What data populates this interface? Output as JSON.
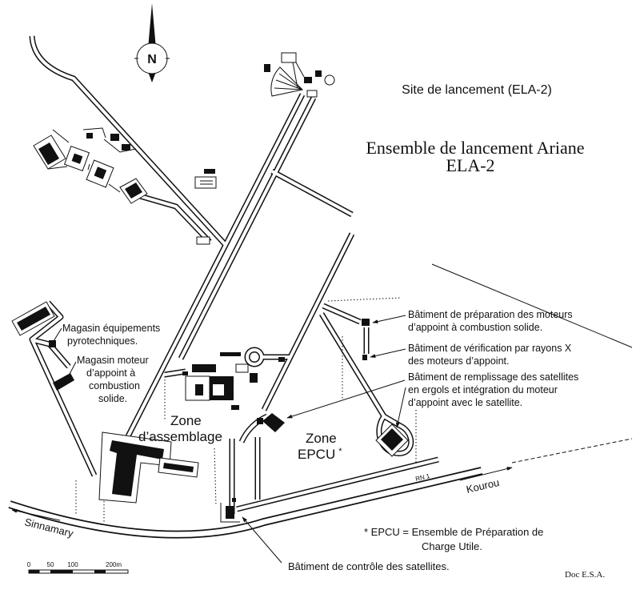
{
  "header": {
    "site_title": "Site de lancement (ELA-2)",
    "title_line1": "Ensemble de lancement Ariane",
    "title_line2": "ELA-2"
  },
  "compass": {
    "north": "N"
  },
  "buildings": {
    "preparation_moteurs": [
      "Bâtiment de préparation des moteurs",
      "d’appoint à combustion solide."
    ],
    "verification_rayons_x": [
      "Bâtiment de vérification par rayons X",
      "des moteurs d’appoint."
    ],
    "remplissage_satellites": [
      "Bâtiment de remplissage des satellites",
      "en ergols et intégration du moteur",
      "d’appoint avec le satellite."
    ],
    "magasin_pyrotechniques": [
      "Magasin équipements",
      "pyrotechniques."
    ],
    "magasin_moteur": [
      "Magasin moteur",
      "d’appoint à",
      "combustion",
      "solide."
    ],
    "controle_satellites": "Bâtiment de contrôle des satellites."
  },
  "zones": {
    "assemblage": [
      "Zone",
      "d’assemblage"
    ],
    "epcu": [
      "Zone",
      "EPCU",
      "*"
    ]
  },
  "roads": {
    "rn1": "RN 1",
    "east": "Kourou",
    "west": "Sinnamary"
  },
  "legend": {
    "line1": "* EPCU = Ensemble de Préparation de",
    "line2": "Charge Utile."
  },
  "scale": {
    "ticks": [
      "0",
      "50",
      "100",
      "200m"
    ]
  },
  "credit": "Doc E.S.A.",
  "colors": {
    "ink": "#111111",
    "paper": "#ffffff"
  }
}
